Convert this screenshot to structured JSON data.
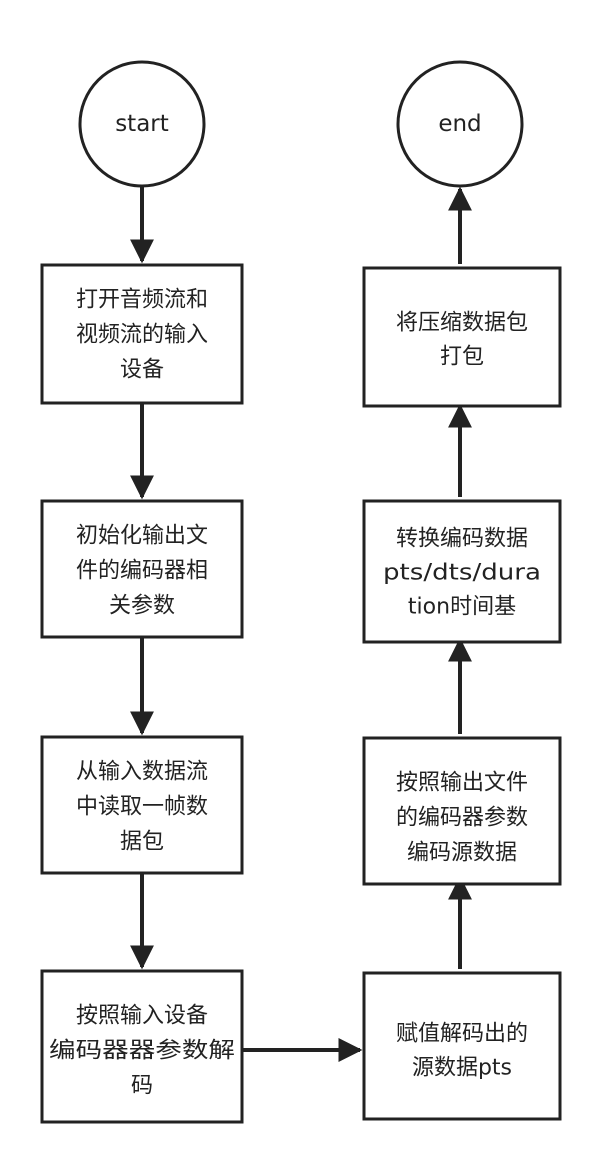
{
  "flowchart": {
    "start": {
      "label": "start"
    },
    "end": {
      "label": "end"
    },
    "steps": [
      {
        "lines": [
          "打开音频流和",
          "视频流的输入",
          "设备"
        ]
      },
      {
        "lines": [
          "初始化输出文",
          "件的编码器相",
          "关参数"
        ]
      },
      {
        "lines": [
          "从输入数据流",
          "中读取一帧数",
          "据包"
        ]
      },
      {
        "lines": [
          "按照输入设备",
          "编码器器参数解",
          "码"
        ]
      },
      {
        "lines": [
          "赋值解码出的",
          "源数据pts"
        ]
      },
      {
        "lines": [
          "按照输出文件",
          "的编码器参数",
          "编码源数据"
        ]
      },
      {
        "lines": [
          "转换编码数据",
          "pts/dts/dura",
          "tion时间基"
        ]
      },
      {
        "lines": [
          "将压缩数据包",
          "打包"
        ]
      }
    ]
  },
  "colors": {
    "stroke": "#222222",
    "fill": "#ffffff",
    "text": "#222222"
  }
}
